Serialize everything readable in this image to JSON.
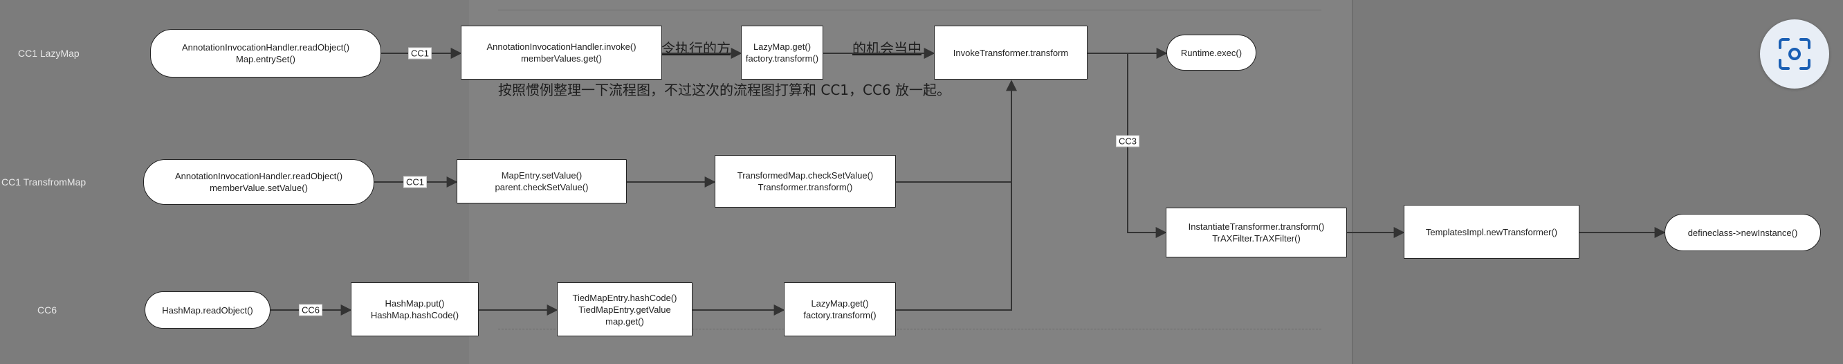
{
  "document": {
    "line1_a": "令执行的方",
    "line1_b": "的机会当中",
    "line2": "按照惯例整理一下流程图，不过这次的流程图打算和 CC1，CC6 放一起。"
  },
  "rows": {
    "cc1_lazymap": "CC1 LazyMap",
    "cc1_transformedmap": "CC1 TransfromMap",
    "cc6": "CC6"
  },
  "nodes": {
    "n1": "AnnotationInvocationHandler.readObject()\nMap.entrySet()",
    "n2": "AnnotationInvocationHandler.invoke()\nmemberValues.get()",
    "n3": "LazyMap.get()\nfactory.transform()",
    "n4": "InvokeTransformer.transform",
    "n5": "Runtime.exec()",
    "n6": "AnnotationInvocationHandler.readObject()\nmemberValue.setValue()",
    "n7": "MapEntry.setValue()\nparent.checkSetValue()",
    "n8": "TransformedMap.checkSetValue()\nTransformer.transform()",
    "n9": "InstantiateTransformer.transform()\nTrAXFilter.TrAXFilter()",
    "n10": "TemplatesImpl.newTransformer()",
    "n11": "defineclass->newInstance()",
    "n12": "HashMap.readObject()",
    "n13": "HashMap.put()\nHashMap.hashCode()",
    "n14": "TiedMapEntry.hashCode()\nTiedMapEntry.getValue\nmap.get()",
    "n15": "LazyMap.get()\nfactory.transform()"
  },
  "edge_labels": {
    "e1": "CC1",
    "e2": "CC1",
    "e3": "CC6",
    "e4": "CC3"
  },
  "toolbar": {
    "screenshot_icon": "screenshot-icon"
  }
}
